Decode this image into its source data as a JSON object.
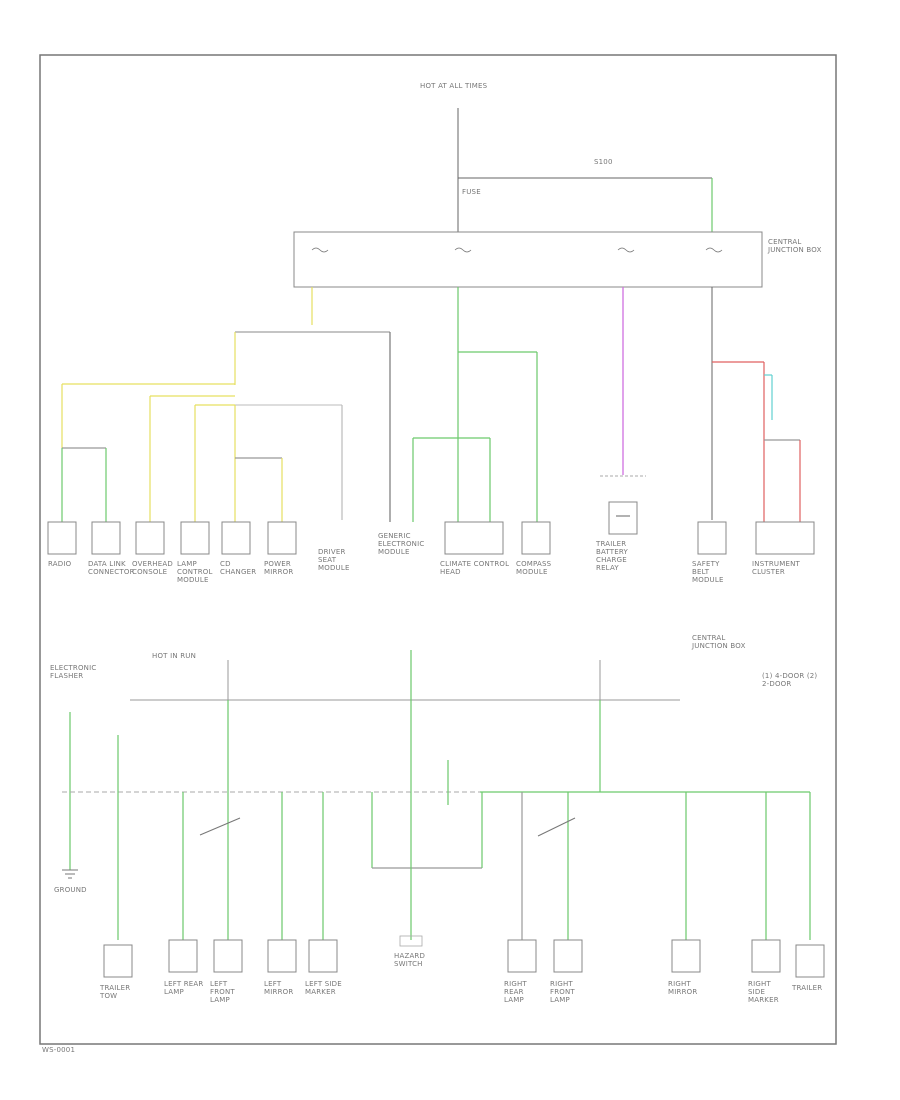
{
  "diagram": {
    "type": "wiring-diagram",
    "title": "",
    "colors": {
      "frame": "#777777",
      "wire_plain": "#666666",
      "wire_green": "#6cc96c",
      "wire_yellow": "#e6e060",
      "wire_violet": "#d070e0",
      "wire_red": "#e06060",
      "wire_cyan": "#60d0d0"
    },
    "top_text": {
      "hot_label": "HOT AT ALL TIMES",
      "fuse_label": "FUSE",
      "splice_label": "S100",
      "box_label": "CENTRAL JUNCTION BOX"
    },
    "upper_components": [
      {
        "name": "RADIO",
        "icon": "component-box"
      },
      {
        "name": "DATA LINK CONNECTOR",
        "icon": "component-box"
      },
      {
        "name": "OVERHEAD CONSOLE",
        "icon": "component-box"
      },
      {
        "name": "LAMP CONTROL MODULE",
        "icon": "component-box"
      },
      {
        "name": "CD CHANGER",
        "icon": "component-box"
      },
      {
        "name": "POWER MIRROR",
        "icon": "component-box"
      },
      {
        "name": "DRIVER SEAT MODULE",
        "icon": "component-box"
      },
      {
        "name": "GENERIC ELECTRONIC MODULE",
        "icon": "component-box"
      },
      {
        "name": "CLIMATE CONTROL HEAD",
        "icon": "component-box"
      },
      {
        "name": "COMPASS MODULE",
        "icon": "component-box"
      },
      {
        "name": "TRAILER BATTERY CHARGE RELAY",
        "icon": "relay-box"
      },
      {
        "name": "SAFETY BELT MODULE",
        "icon": "component-box"
      },
      {
        "name": "INSTRUMENT CLUSTER",
        "icon": "component-box"
      }
    ],
    "lower_text": {
      "left_label": "ELECTRONIC FLASHER",
      "mid_label": "HOT IN RUN",
      "right_label": "CENTRAL JUNCTION BOX",
      "legend": "(1) 4-DOOR  (2) 2-DOOR"
    },
    "lower_components": [
      {
        "name": "GROUND",
        "icon": "ground-symbol"
      },
      {
        "name": "TRAILER TOW",
        "icon": "component-box"
      },
      {
        "name": "LEFT REAR LAMP",
        "icon": "component-box"
      },
      {
        "name": "LEFT FRONT LAMP",
        "icon": "component-box"
      },
      {
        "name": "LEFT MIRROR",
        "icon": "component-box"
      },
      {
        "name": "LEFT SIDE MARKER",
        "icon": "component-box"
      },
      {
        "name": "HAZARD SWITCH",
        "icon": "component-box"
      },
      {
        "name": "RIGHT REAR LAMP",
        "icon": "component-box"
      },
      {
        "name": "RIGHT FRONT LAMP",
        "icon": "component-box"
      },
      {
        "name": "RIGHT MIRROR",
        "icon": "component-box"
      },
      {
        "name": "RIGHT SIDE MARKER",
        "icon": "component-box"
      },
      {
        "name": "TRAILER",
        "icon": "component-box"
      }
    ],
    "footer_code": "WS-0001"
  }
}
